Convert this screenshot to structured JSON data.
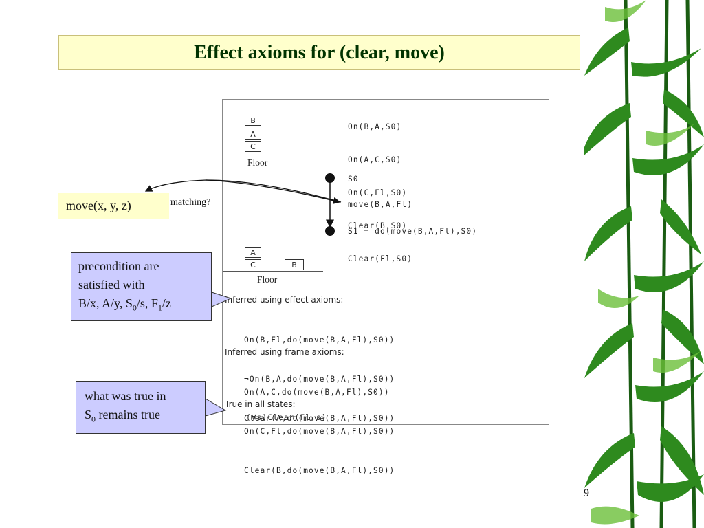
{
  "title": "Effect axioms for (clear, move)",
  "move_box": "move(x, y, z)",
  "matching_label": "matching?",
  "callout1": {
    "line1": "precondition are",
    "line2": "satisfied with",
    "line3_parts": [
      "B/x, A/y, S",
      "0",
      "/s, F",
      "1",
      "/z"
    ]
  },
  "callout2": {
    "line1": "what was true in",
    "line2_parts": [
      "S",
      "0",
      " remains true"
    ]
  },
  "page_number": "9",
  "diagram": {
    "initial_state": [
      "On(B,A,S0)",
      "On(A,C,S0)",
      "On(C,Fl,S0)",
      "Clear(B,S0)",
      "Clear(Fl,S0)"
    ],
    "s0_label": "S0",
    "action_label": "move(B,A,Fl)",
    "s1_label": "S1 = do(move(B,A,Fl),S0)",
    "stack_before": [
      "B",
      "A",
      "C"
    ],
    "floor_label": "Floor",
    "stack_after_left": [
      "A",
      "C"
    ],
    "stack_after_right": [
      "B"
    ],
    "floor_label_after": "Floor",
    "effect_header": "Inferred using effect axioms:",
    "effect_lines": [
      "On(B,Fl,do(move(B,A,Fl),S0))",
      "¬On(B,A,do(move(B,A,Fl),S0))",
      "Clear(A,do(move(B,A,Fl),S0))"
    ],
    "frame_header": "Inferred using frame axioms:",
    "frame_lines": [
      "On(A,C,do(move(B,A,Fl),S0))",
      "On(C,Fl,do(move(B,A,Fl),S0))",
      "Clear(B,do(move(B,A,Fl),S0))"
    ],
    "all_header": "True in all states:",
    "all_lines": [
      "(∀s)Clear(Fl,s)"
    ]
  }
}
